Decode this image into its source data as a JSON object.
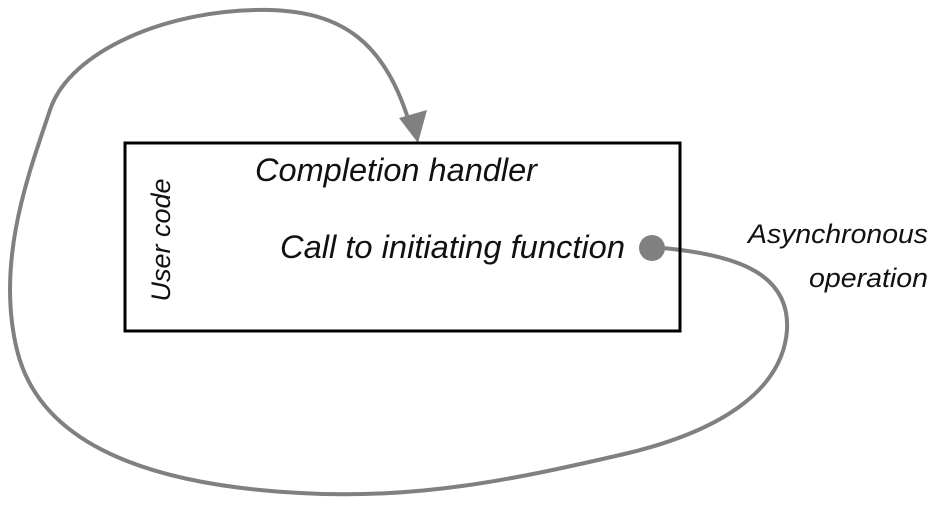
{
  "diagram": {
    "box_label": "User code",
    "handler_label": "Completion handler",
    "call_label": "Call to initiating function",
    "async_label_line1": "Asynchronous",
    "async_label_line2": "operation"
  },
  "colors": {
    "loop": "#808080",
    "box_border": "#000000",
    "text": "#111111"
  }
}
